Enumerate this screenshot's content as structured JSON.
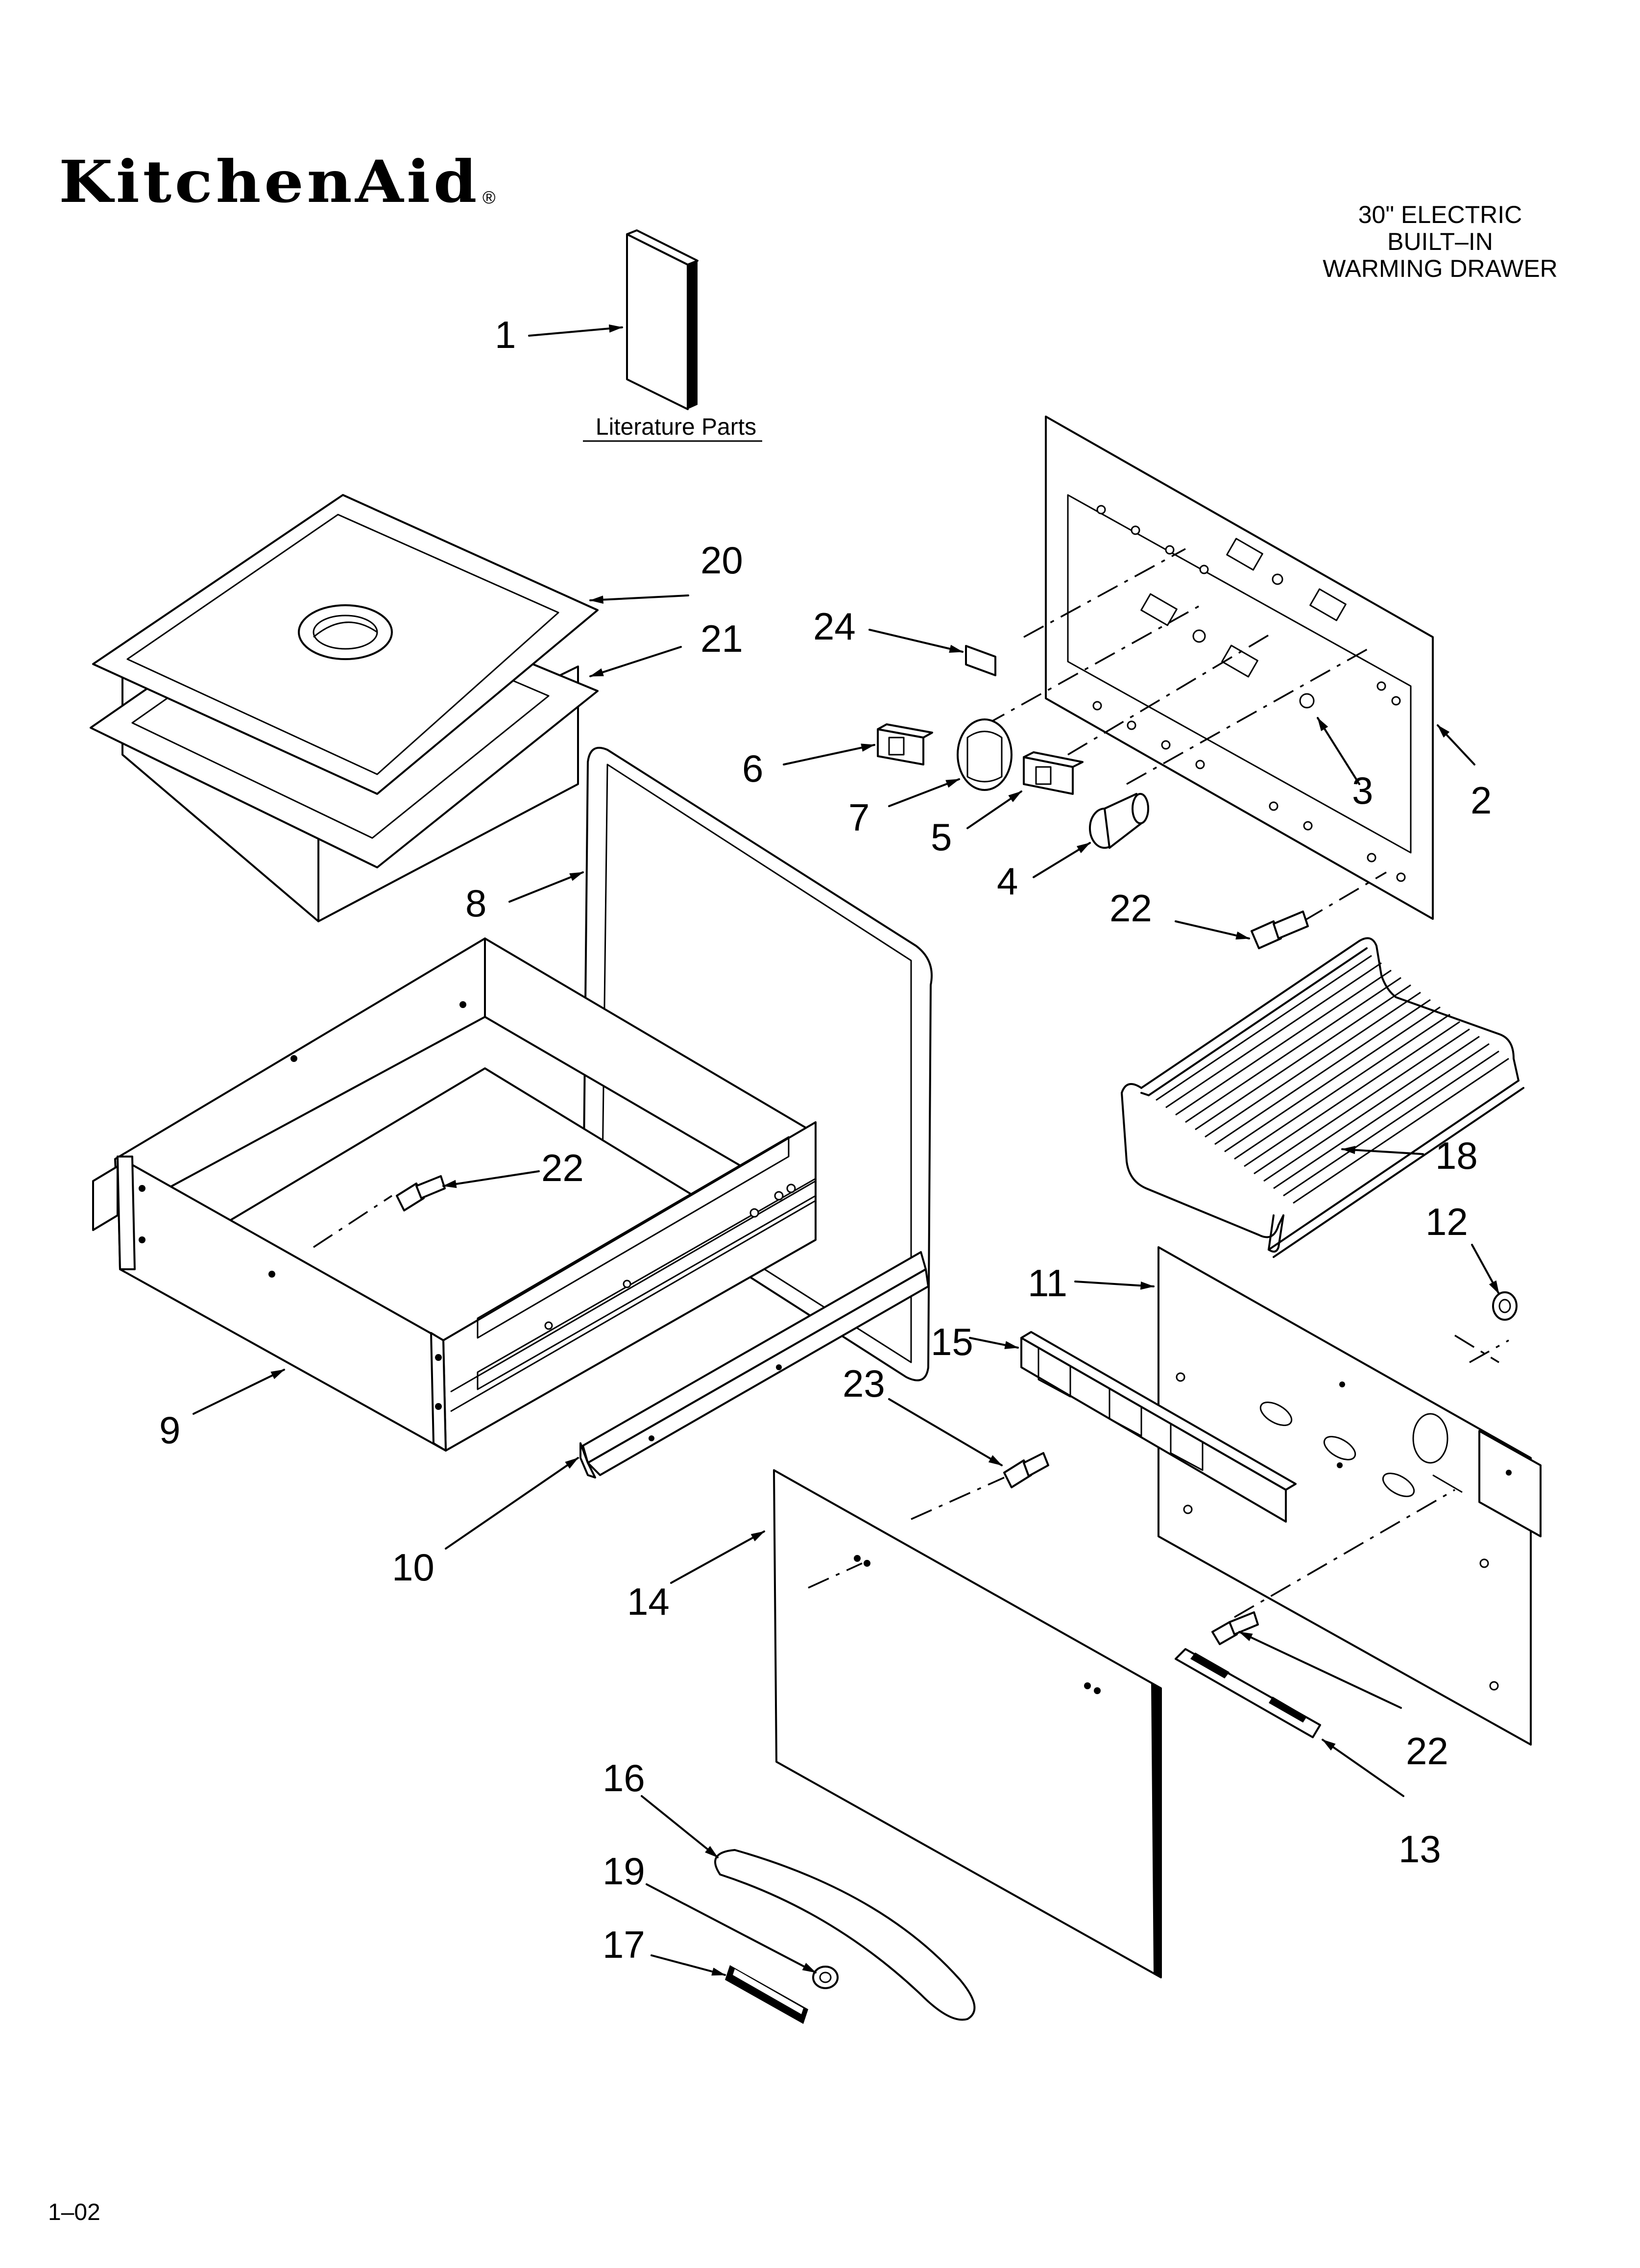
{
  "brand": {
    "logo_text": "KitchenAid",
    "registered_mark": "®"
  },
  "header": {
    "title_lines": [
      "30\" ELECTRIC",
      "BUILT–IN",
      "WARMING DRAWER"
    ]
  },
  "literature_label": "Literature Parts",
  "revision": "1–02",
  "callouts": [
    {
      "id": "c1",
      "label": "1"
    },
    {
      "id": "c2",
      "label": "2"
    },
    {
      "id": "c3",
      "label": "3"
    },
    {
      "id": "c4",
      "label": "4"
    },
    {
      "id": "c5",
      "label": "5"
    },
    {
      "id": "c6",
      "label": "6"
    },
    {
      "id": "c7",
      "label": "7"
    },
    {
      "id": "c8",
      "label": "8"
    },
    {
      "id": "c9",
      "label": "9"
    },
    {
      "id": "c10",
      "label": "10"
    },
    {
      "id": "c11",
      "label": "11"
    },
    {
      "id": "c12",
      "label": "12"
    },
    {
      "id": "c13",
      "label": "13"
    },
    {
      "id": "c14",
      "label": "14"
    },
    {
      "id": "c15",
      "label": "15"
    },
    {
      "id": "c16",
      "label": "16"
    },
    {
      "id": "c17",
      "label": "17"
    },
    {
      "id": "c18",
      "label": "18"
    },
    {
      "id": "c19",
      "label": "19"
    },
    {
      "id": "c20",
      "label": "20"
    },
    {
      "id": "c21",
      "label": "21"
    },
    {
      "id": "c22a",
      "label": "22"
    },
    {
      "id": "c22b",
      "label": "22"
    },
    {
      "id": "c22c",
      "label": "22"
    },
    {
      "id": "c23",
      "label": "23"
    },
    {
      "id": "c24",
      "label": "24"
    }
  ]
}
